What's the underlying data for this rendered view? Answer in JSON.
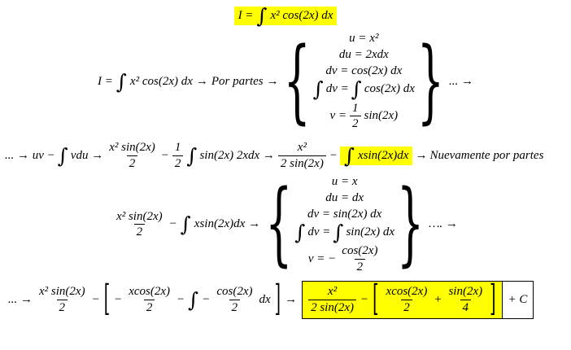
{
  "page": {
    "background": "#ffffff",
    "text_color": "#000000",
    "highlight_color": "#ffff00",
    "box_border_color": "#000000"
  },
  "line1": {
    "lhs": "I =",
    "integral": "∫",
    "rhs": "x² cos(2x) dx"
  },
  "line2": {
    "lhs": "I =",
    "integral": "∫",
    "expr": "x² cos(2x) dx",
    "arrow1": "→",
    "label": "Por partes",
    "arrow2": "→",
    "brace_open": "{",
    "brace_close": "}",
    "row1": "u = x²",
    "row2": "du = 2xdx",
    "row3": "dv = cos(2x) dx",
    "row4_int1": "∫",
    "row4_mid": "dv =",
    "row4_int2": "∫",
    "row4_end": "cos(2x) dx",
    "row5_pre": "v =",
    "row5_num": "1",
    "row5_den": "2",
    "row5_post": "sin(2x)",
    "tail": "... →"
  },
  "line3": {
    "start": "... → uv −",
    "int1": "∫",
    "mid1": "vdu →",
    "f1_num": "x² sin(2x)",
    "f1_den": "2",
    "minus1": "−",
    "f2_num": "1",
    "f2_den": "2",
    "int2": "∫",
    "mid2": "sin(2x) 2xdx →",
    "f3_num": "x²",
    "f3_den": "2 sin(2x)",
    "minus2": "−",
    "hl_int": "∫",
    "hl_text": "xsin(2x)dx",
    "arrow": "→",
    "label": "Nuevamente por partes"
  },
  "line4": {
    "f1_num": "x² sin(2x)",
    "f1_den": "2",
    "minus": "−",
    "int": "∫",
    "mid": "xsin(2x)dx",
    "arrow": "→",
    "brace_open": "{",
    "brace_close": "}",
    "row1": "u = x",
    "row2": "du = dx",
    "row3": "dv = sin(2x) dx",
    "row4_int1": "∫",
    "row4_mid": "dv =",
    "row4_int2": "∫",
    "row4_end": "sin(2x) dx",
    "row5_pre": "v = −",
    "row5_num": "cos(2x)",
    "row5_den": "2",
    "tail": "…. →"
  },
  "line5": {
    "start": "... →",
    "f1_num": "x² sin(2x)",
    "f1_den": "2",
    "minus1": "−",
    "bracket_open": "[",
    "minus2": "−",
    "f2_num": "xcos(2x)",
    "f2_den": "2",
    "minus3": "−",
    "int": "∫",
    "minus4": "−",
    "f3_num": "cos(2x)",
    "f3_den": "2",
    "dx": "dx",
    "bracket_close": "]",
    "arrow": "→",
    "result": {
      "f1_num": "x²",
      "f1_den": "2 sin(2x)",
      "minus": "−",
      "bracket_open": "[",
      "f2_num": "xcos(2x)",
      "f2_den": "2",
      "plus": "+",
      "f3_num": "sin(2x)",
      "f3_den": "4",
      "bracket_close": "]",
      "plus_c": "+ C"
    }
  }
}
